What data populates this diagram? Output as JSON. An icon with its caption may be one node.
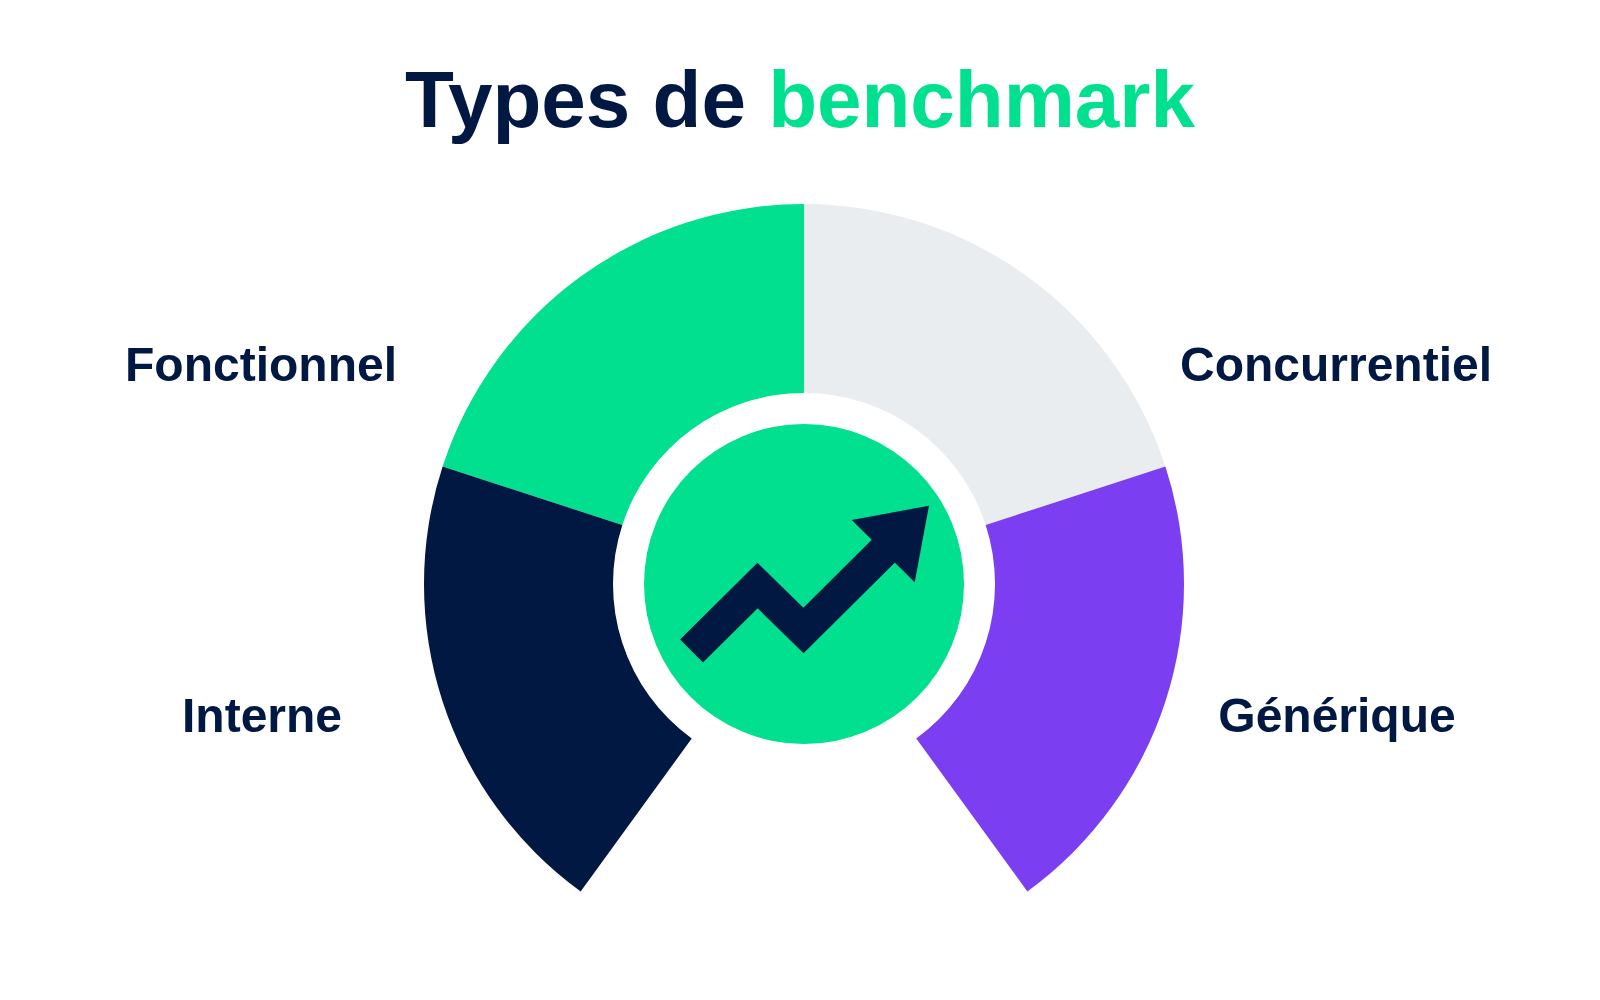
{
  "diagram": {
    "title": "Types de benchmark",
    "nodes": [
      {
        "text": [
          "Fonctionnel"
        ]
      },
      {
        "text": [
          "Concurrentiel"
        ]
      },
      {
        "text": [
          "Interne"
        ]
      },
      {
        "text": [
          "Générique"
        ]
      },
      {
        "text": [],
        "shape": "circle"
      }
    ],
    "edges": []
  }
}
